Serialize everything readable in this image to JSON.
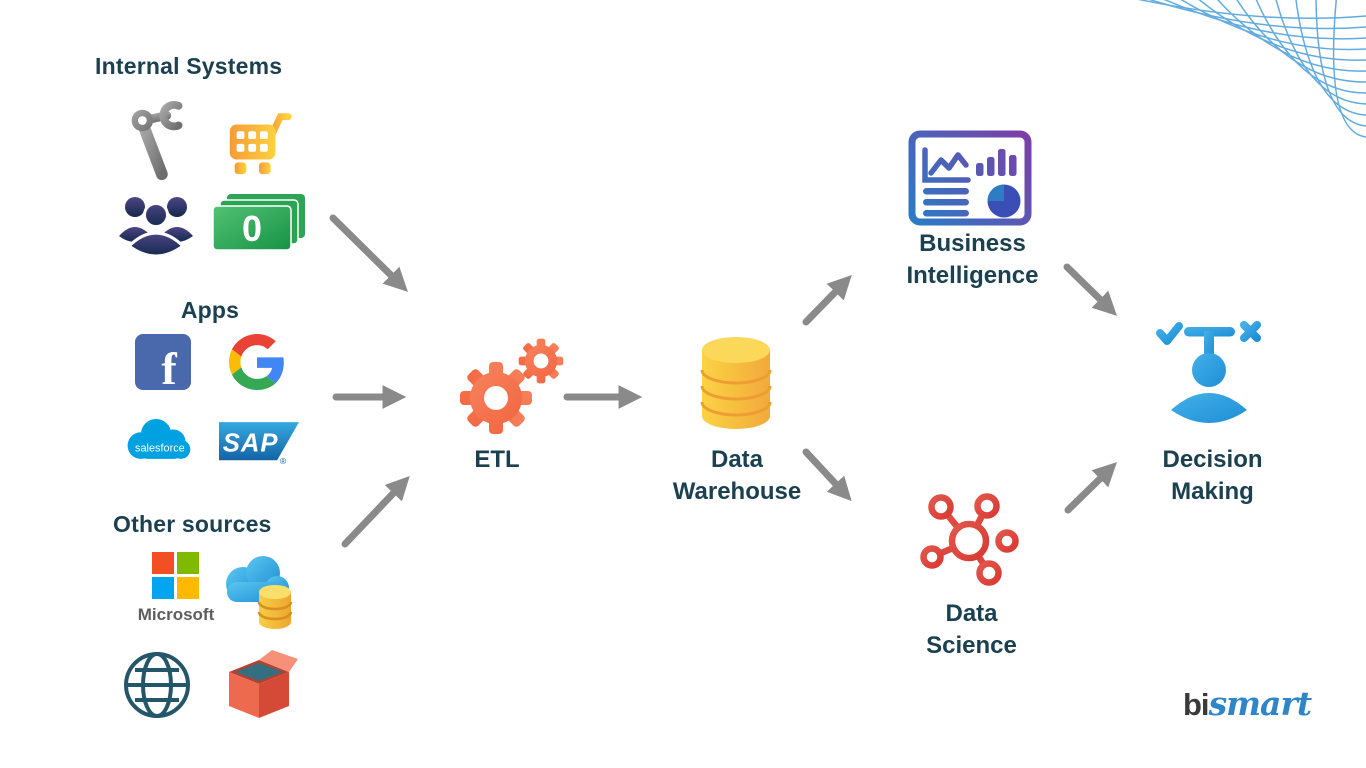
{
  "sources": {
    "internal_systems_title": "Internal Systems",
    "apps_title": "Apps",
    "other_sources_title": "Other sources"
  },
  "nodes": {
    "etl": "ETL",
    "dw_line1": "Data",
    "dw_line2": "Warehouse",
    "bi_line1": "Business",
    "bi_line2": "Intelligence",
    "ds_line1": "Data",
    "ds_line2": "Science",
    "dm_line1": "Decision",
    "dm_line2": "Making"
  },
  "logos": {
    "facebook_f": "f",
    "salesforce": "salesforce",
    "sap": "SAP",
    "sap_registered": "®",
    "microsoft": "Microsoft",
    "money_zero": "0"
  },
  "brand": {
    "part1": "bi",
    "part2": "smart"
  },
  "icons": [
    "robot-arm-icon",
    "shopping-cart-icon",
    "team-icon",
    "money-icon",
    "facebook-icon",
    "google-icon",
    "salesforce-icon",
    "sap-icon",
    "microsoft-icon",
    "cloud-database-icon",
    "globe-icon",
    "package-box-icon",
    "etl-gears-icon",
    "database-icon",
    "bi-dashboard-icon",
    "data-science-network-icon",
    "decision-person-icon"
  ],
  "colors": {
    "heading_text": "#1B4050",
    "arrow_gray": "#8A8A8A",
    "etl_gear_salmon": "#F26742",
    "warehouse_gold": "#F5B93B",
    "bi_gradient_blue": "#2C7AC5",
    "bi_gradient_purple": "#7C3FA8",
    "data_science_red": "#DD4B41",
    "decision_blue": "#2AA0E0",
    "decorative_line_blue": "#5AA7DE",
    "money_green": "#2FA457",
    "people_indigo": "#2A2F62",
    "brand_blue": "#2E86C8"
  }
}
